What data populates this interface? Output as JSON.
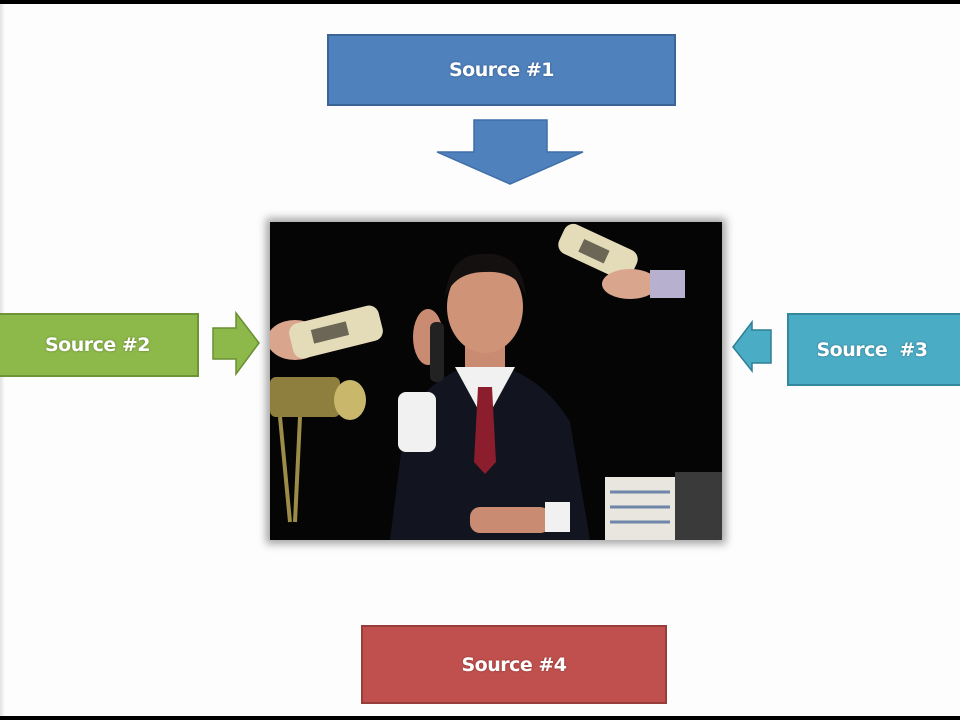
{
  "slide": {
    "sources": [
      {
        "id": 1,
        "label": "Source #1",
        "color": "#4f81bd",
        "position": "top",
        "arrow_direction": "down"
      },
      {
        "id": 2,
        "label": "Source #2",
        "color": "#8db84a",
        "position": "left",
        "arrow_direction": "right"
      },
      {
        "id": 3,
        "label": "Source #3",
        "color": "#4bacc6",
        "position": "right",
        "arrow_direction": "left"
      },
      {
        "id": 4,
        "label": "Source #4",
        "color": "#c0504d",
        "position": "bottom",
        "arrow_direction": "none"
      }
    ],
    "center_image": {
      "description": "Businessman at desk on phone surrounded by hands offering multiple telephone handsets"
    }
  }
}
